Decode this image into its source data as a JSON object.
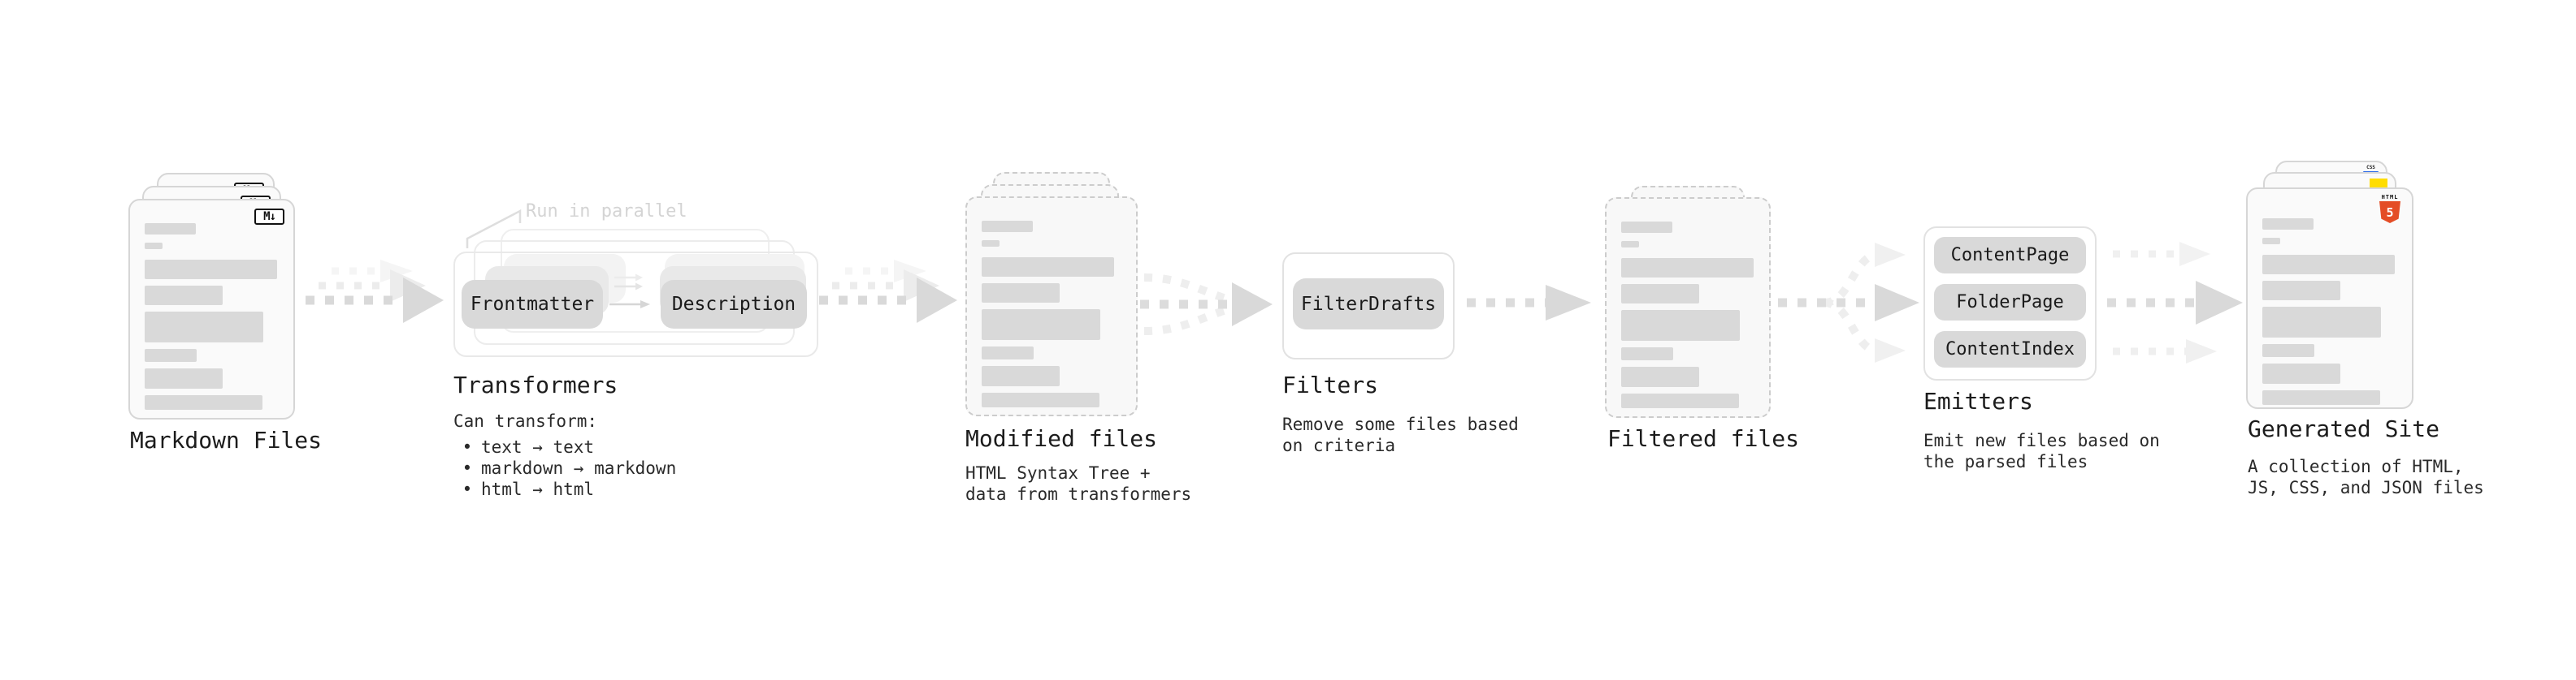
{
  "stages": {
    "markdown_files": {
      "label": "Markdown Files",
      "badge": "M↓"
    },
    "transformers": {
      "label": "Transformers",
      "annotation": "Run in parallel",
      "nodes": [
        "Frontmatter",
        "Description"
      ],
      "desc_heading": "Can transform:",
      "bullet_char": "•",
      "bullets": [
        "text → text",
        "markdown → markdown",
        "html → html"
      ]
    },
    "modified_files": {
      "label": "Modified files",
      "desc": [
        "HTML Syntax Tree +",
        "data from transformers"
      ]
    },
    "filters": {
      "label": "Filters",
      "nodes": [
        "FilterDrafts"
      ],
      "desc": [
        "Remove some files based",
        "on criteria"
      ]
    },
    "filtered_files": {
      "label": "Filtered files"
    },
    "emitters": {
      "label": "Emitters",
      "nodes": [
        "ContentPage",
        "FolderPage",
        "ContentIndex"
      ],
      "desc": [
        "Emit new files based on",
        "the parsed files"
      ]
    },
    "generated_site": {
      "label": "Generated Site",
      "badges": {
        "css_label": "CSS",
        "html_label": "HTML",
        "html_number": "5"
      },
      "desc": [
        "A collection of HTML,",
        "JS, CSS, and JSON files"
      ]
    }
  },
  "colors": {
    "background": "#ffffff",
    "heading_text": "#1c1c1c",
    "desc_text": "#2a2a2a",
    "muted_annotation": "#d4d4d4",
    "node_fill": "#d9d9d9",
    "placeholder_bar": "#d9d9d9",
    "arrow_dark": "#d9d9d9",
    "arrow_light": "#efefef",
    "html5_orange": "#e44d26",
    "js_yellow": "#ffdd00",
    "css_blue": "#2e6de8",
    "badge_border": "#111111"
  }
}
